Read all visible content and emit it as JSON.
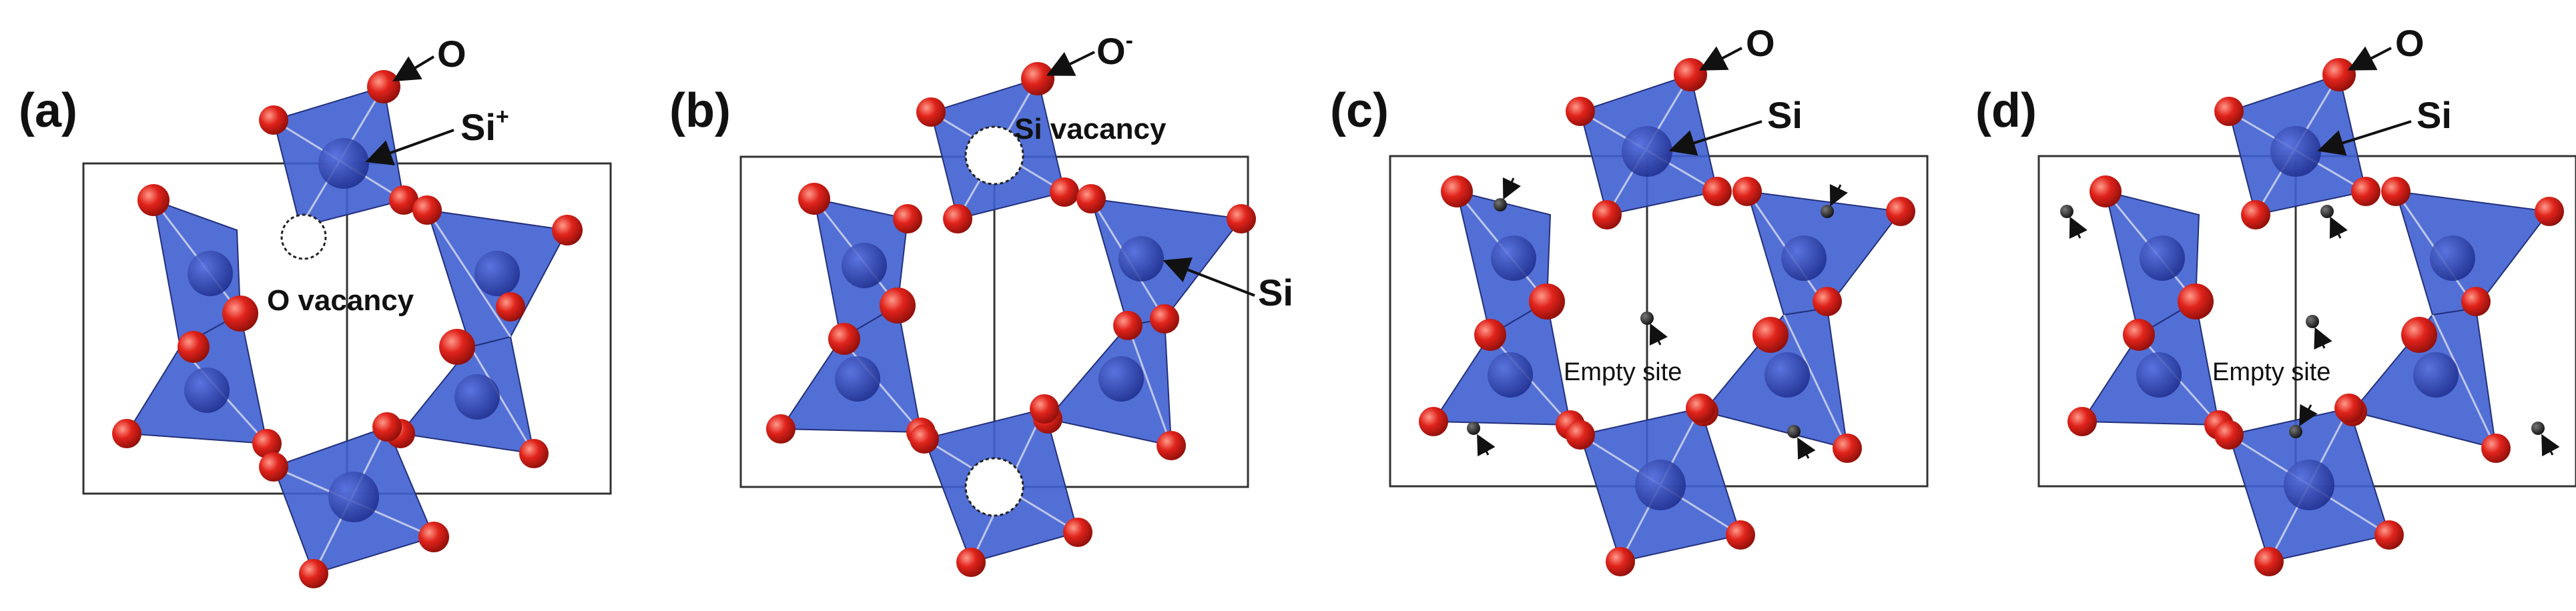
{
  "figure": {
    "panels": [
      {
        "id": "a",
        "label": "(a)",
        "callouts": {
          "oxygen": "O",
          "silicon_base": "Si",
          "silicon_sup": "+",
          "vacancy": "O vacancy"
        }
      },
      {
        "id": "b",
        "label": "(b)",
        "callouts": {
          "oxygen_base": "O",
          "oxygen_sup": "-",
          "vacancy": "Si vacancy",
          "silicon": "Si"
        }
      },
      {
        "id": "c",
        "label": "(c)",
        "callouts": {
          "oxygen": "O",
          "silicon": "Si",
          "empty": "Empty site"
        }
      },
      {
        "id": "d",
        "label": "(d)",
        "callouts": {
          "oxygen": "O",
          "silicon": "Si",
          "empty": "Empty site"
        }
      }
    ],
    "colors": {
      "tetrahedron": "#3f5fd1",
      "tetrahedron_edge": "#22307a",
      "oxygen": "#e0231b",
      "silicon": "#2a3fb0",
      "marker": "#222222",
      "vacancy_fill": "#ffffff",
      "cell_border": "#333333"
    }
  }
}
